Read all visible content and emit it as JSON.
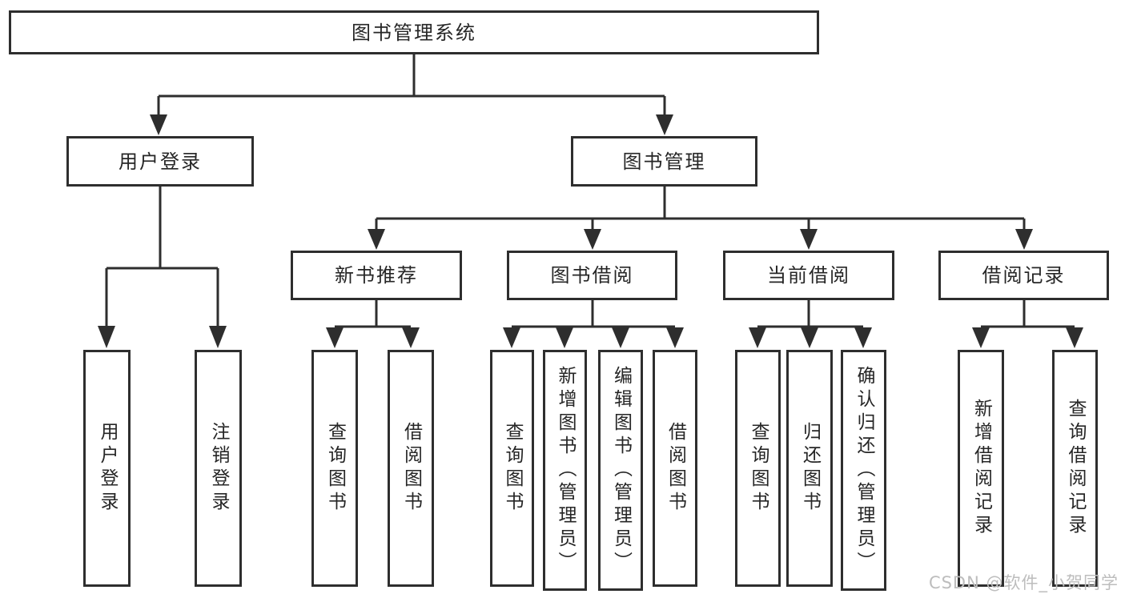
{
  "colors": {
    "line": "#2e2e2e",
    "text": "#262626",
    "watermark": "#bdbdbd",
    "background": "#ffffff"
  },
  "watermark": "CSDN @软件_小贺同学",
  "tree": {
    "root": {
      "label": "图书管理系统"
    },
    "branches": [
      {
        "label": "用户登录",
        "children": [
          {
            "label": "用户登录"
          },
          {
            "label": "注销登录"
          }
        ]
      },
      {
        "label": "图书管理",
        "children": [
          {
            "label": "新书推荐",
            "children": [
              {
                "label": "查询图书"
              },
              {
                "label": "借阅图书"
              }
            ]
          },
          {
            "label": "图书借阅",
            "children": [
              {
                "label": "查询图书"
              },
              {
                "label": "新增图书（管理员）"
              },
              {
                "label": "编辑图书（管理员）"
              },
              {
                "label": "借阅图书"
              }
            ]
          },
          {
            "label": "当前借阅",
            "children": [
              {
                "label": "查询图书"
              },
              {
                "label": "归还图书"
              },
              {
                "label": "确认归还（管理员）"
              }
            ]
          },
          {
            "label": "借阅记录",
            "children": [
              {
                "label": "新增借阅记录"
              },
              {
                "label": "查询借阅记录"
              }
            ]
          }
        ]
      }
    ]
  }
}
